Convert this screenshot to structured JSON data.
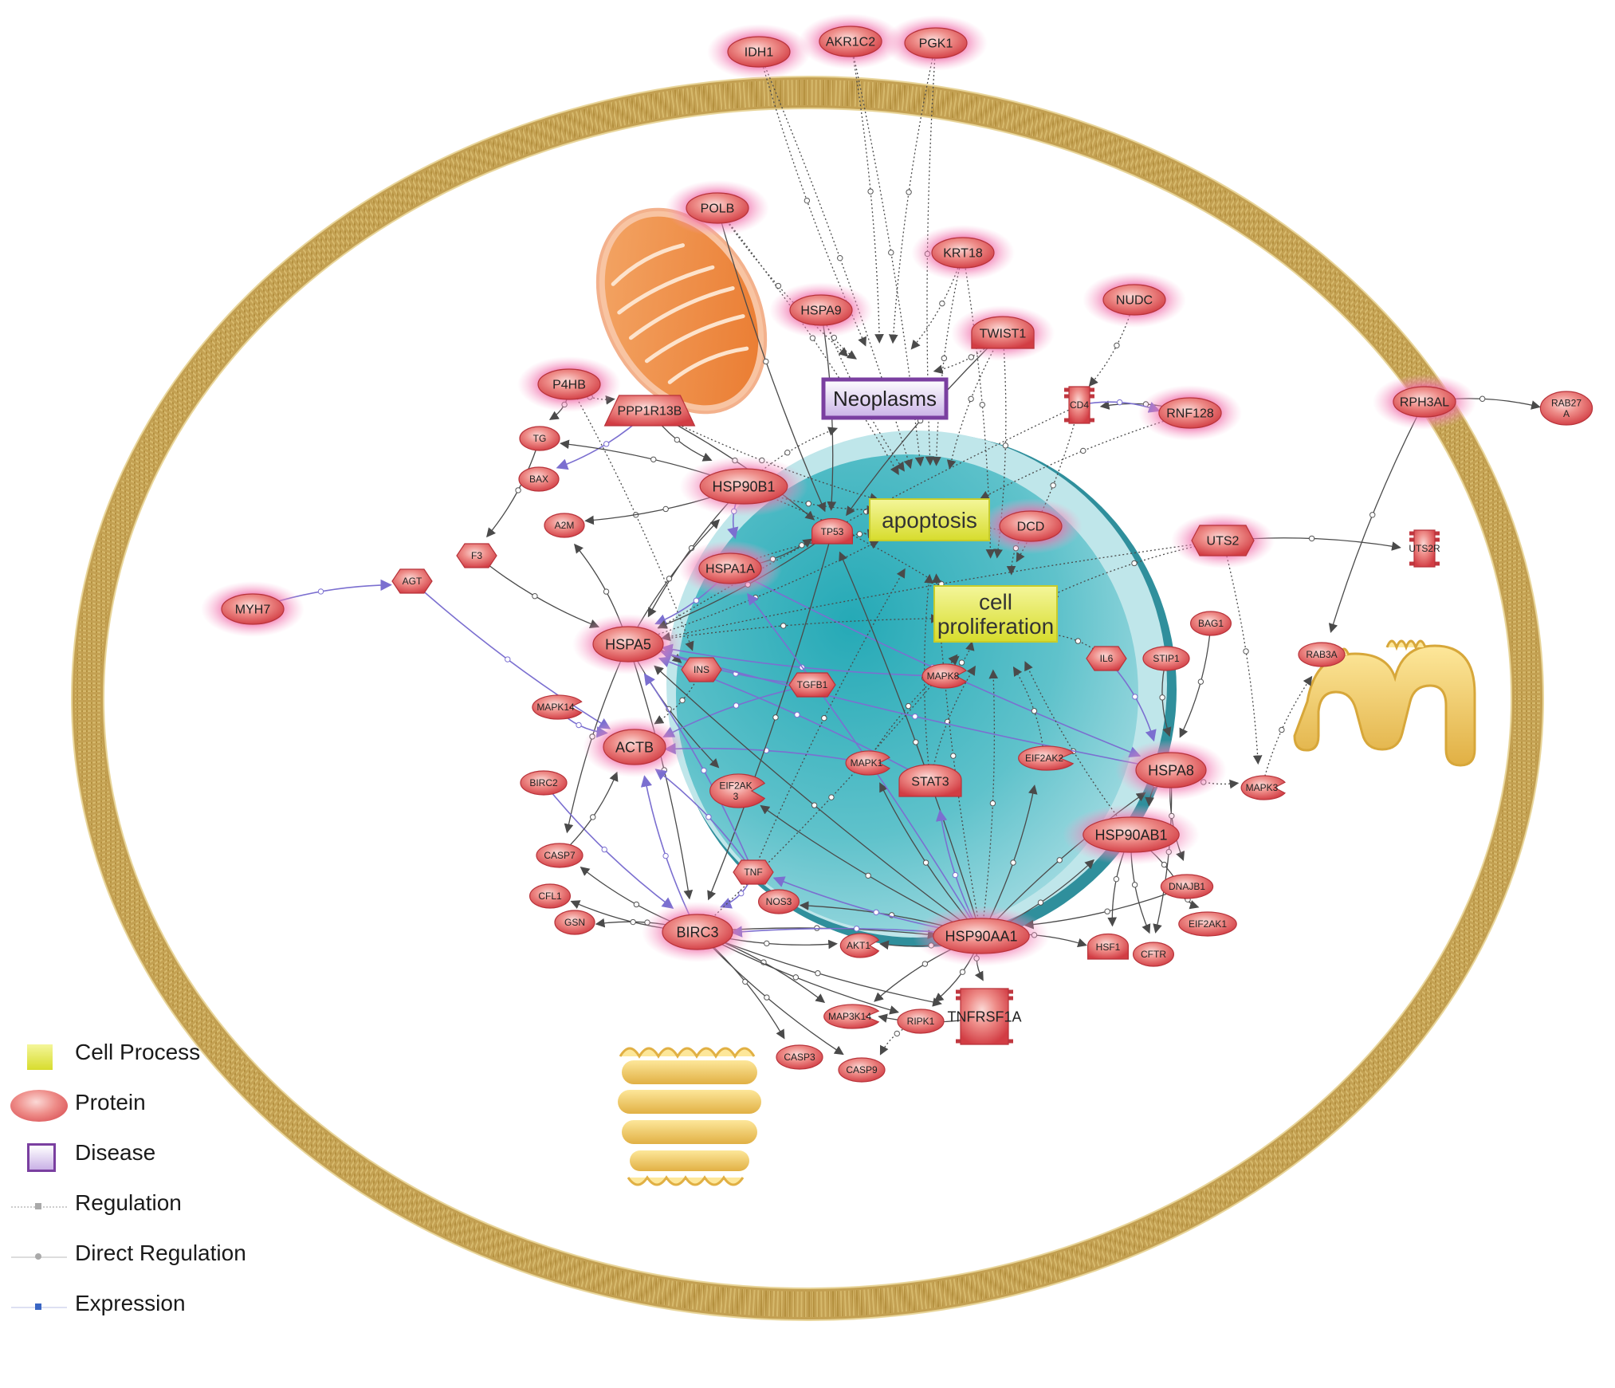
{
  "colors": {
    "membrane": "#c9a85c",
    "protein_fill": "#e04a4e",
    "protein_glow": "#f27fae",
    "process_fill": "#e4ea4a",
    "disease_fill": "#7a3fa0",
    "nucleus": "#3fb0bc",
    "edge_regulation": "#4a4a4a",
    "edge_expression": "#7b6fd0"
  },
  "nodes": [
    {
      "id": "IDH1",
      "label": "IDH1",
      "shape": "ellipse",
      "glow": true,
      "size": "m"
    },
    {
      "id": "AKR1C2",
      "label": "AKR1C2",
      "shape": "ellipse",
      "glow": true,
      "size": "m"
    },
    {
      "id": "PGK1",
      "label": "PGK1",
      "shape": "ellipse",
      "glow": true,
      "size": "m"
    },
    {
      "id": "POLB",
      "label": "POLB",
      "shape": "ellipse",
      "glow": true,
      "size": "m"
    },
    {
      "id": "KRT18",
      "label": "KRT18",
      "shape": "ellipse",
      "glow": true,
      "size": "m"
    },
    {
      "id": "HSPA9",
      "label": "HSPA9",
      "shape": "ellipse",
      "glow": true,
      "size": "m"
    },
    {
      "id": "TWIST1",
      "label": "TWIST1",
      "shape": "receptor",
      "glow": true,
      "size": "m"
    },
    {
      "id": "NUDC",
      "label": "NUDC",
      "shape": "ellipse",
      "glow": true,
      "size": "m"
    },
    {
      "id": "P4HB",
      "label": "P4HB",
      "shape": "ellipse",
      "glow": true,
      "size": "m"
    },
    {
      "id": "PPP1R13B",
      "label": "PPP1R13B",
      "shape": "trapezoid",
      "glow": false,
      "size": "m"
    },
    {
      "id": "CD4",
      "label": "CD4",
      "shape": "receptor_v",
      "glow": false,
      "size": "s"
    },
    {
      "id": "RNF128",
      "label": "RNF128",
      "shape": "ellipse",
      "glow": true,
      "size": "m"
    },
    {
      "id": "RPH3AL",
      "label": "RPH3AL",
      "shape": "ellipse",
      "glow": true,
      "size": "m"
    },
    {
      "id": "RAB27A",
      "label": "RAB27\nA",
      "shape": "ellipse",
      "glow": false,
      "size": "s"
    },
    {
      "id": "TG",
      "label": "TG",
      "shape": "ellipse",
      "glow": false,
      "size": "s"
    },
    {
      "id": "BAX",
      "label": "BAX",
      "shape": "ellipse",
      "glow": false,
      "size": "s"
    },
    {
      "id": "HSP90B1",
      "label": "HSP90B1",
      "shape": "ellipse",
      "glow": true,
      "size": "l"
    },
    {
      "id": "A2M",
      "label": "A2M",
      "shape": "ellipse",
      "glow": false,
      "size": "s"
    },
    {
      "id": "TP53",
      "label": "TP53",
      "shape": "receptor",
      "glow": false,
      "size": "s"
    },
    {
      "id": "DCD",
      "label": "DCD",
      "shape": "ellipse",
      "glow": true,
      "size": "m"
    },
    {
      "id": "UTS2",
      "label": "UTS2",
      "shape": "diamond",
      "glow": true,
      "size": "m"
    },
    {
      "id": "UTS2R",
      "label": "UTS2R",
      "shape": "receptor_v",
      "glow": false,
      "size": "s"
    },
    {
      "id": "F3",
      "label": "F3",
      "shape": "diamond",
      "glow": false,
      "size": "s"
    },
    {
      "id": "AGT",
      "label": "AGT",
      "shape": "diamond",
      "glow": false,
      "size": "s"
    },
    {
      "id": "MYH7",
      "label": "MYH7",
      "shape": "ellipse",
      "glow": true,
      "size": "m"
    },
    {
      "id": "HSPA1A",
      "label": "HSPA1A",
      "shape": "ellipse",
      "glow": true,
      "size": "m"
    },
    {
      "id": "HSPA5",
      "label": "HSPA5",
      "shape": "ellipse",
      "glow": true,
      "size": "l"
    },
    {
      "id": "INS",
      "label": "INS",
      "shape": "diamond",
      "glow": false,
      "size": "s"
    },
    {
      "id": "TGFB1",
      "label": "TGFB1",
      "shape": "diamond",
      "glow": false,
      "size": "s"
    },
    {
      "id": "MAPK8",
      "label": "MAPK8",
      "shape": "pacman",
      "glow": false,
      "size": "s"
    },
    {
      "id": "IL6",
      "label": "IL6",
      "shape": "diamond",
      "glow": false,
      "size": "s"
    },
    {
      "id": "STIP1",
      "label": "STIP1",
      "shape": "ellipse",
      "glow": false,
      "size": "s"
    },
    {
      "id": "BAG1",
      "label": "BAG1",
      "shape": "ellipse",
      "glow": false,
      "size": "s"
    },
    {
      "id": "RAB3A",
      "label": "RAB3A",
      "shape": "ellipse",
      "glow": false,
      "size": "s"
    },
    {
      "id": "MAPK14",
      "label": "MAPK14",
      "shape": "pacman",
      "glow": false,
      "size": "s"
    },
    {
      "id": "ACTB",
      "label": "ACTB",
      "shape": "ellipse",
      "glow": true,
      "size": "l"
    },
    {
      "id": "MAPK1",
      "label": "MAPK1",
      "shape": "pacman",
      "glow": false,
      "size": "s"
    },
    {
      "id": "STAT3",
      "label": "STAT3",
      "shape": "receptor",
      "glow": false,
      "size": "m"
    },
    {
      "id": "EIF2AK2",
      "label": "EIF2AK2",
      "shape": "pacman",
      "glow": false,
      "size": "s"
    },
    {
      "id": "HSPA8",
      "label": "HSPA8",
      "shape": "ellipse",
      "glow": true,
      "size": "l"
    },
    {
      "id": "MAPK3",
      "label": "MAPK3",
      "shape": "pacman",
      "glow": false,
      "size": "s"
    },
    {
      "id": "BIRC2",
      "label": "BIRC2",
      "shape": "ellipse",
      "glow": false,
      "size": "s"
    },
    {
      "id": "EIF2AK3",
      "label": "EIF2AK\n3",
      "shape": "pacman",
      "glow": false,
      "size": "s"
    },
    {
      "id": "HSP90AB1",
      "label": "HSP90AB1",
      "shape": "ellipse",
      "glow": true,
      "size": "l"
    },
    {
      "id": "CASP7",
      "label": "CASP7",
      "shape": "ellipse",
      "glow": false,
      "size": "s"
    },
    {
      "id": "TNF",
      "label": "TNF",
      "shape": "diamond",
      "glow": false,
      "size": "s"
    },
    {
      "id": "CFL1",
      "label": "CFL1",
      "shape": "ellipse",
      "glow": false,
      "size": "s"
    },
    {
      "id": "NOS3",
      "label": "NOS3",
      "shape": "ellipse",
      "glow": false,
      "size": "s"
    },
    {
      "id": "DNAJB1",
      "label": "DNAJB1",
      "shape": "ellipse",
      "glow": false,
      "size": "s"
    },
    {
      "id": "GSN",
      "label": "GSN",
      "shape": "ellipse",
      "glow": false,
      "size": "s"
    },
    {
      "id": "BIRC3",
      "label": "BIRC3",
      "shape": "ellipse",
      "glow": true,
      "size": "l"
    },
    {
      "id": "AKT1",
      "label": "AKT1",
      "shape": "pacman",
      "glow": false,
      "size": "s"
    },
    {
      "id": "HSP90AA1",
      "label": "HSP90AA1",
      "shape": "ellipse",
      "glow": true,
      "size": "l"
    },
    {
      "id": "HSF1",
      "label": "HSF1",
      "shape": "receptor",
      "glow": false,
      "size": "s"
    },
    {
      "id": "CFTR",
      "label": "CFTR",
      "shape": "ellipse",
      "glow": false,
      "size": "s"
    },
    {
      "id": "EIF2AK1",
      "label": "EIF2AK1",
      "shape": "ellipse",
      "glow": false,
      "size": "s"
    },
    {
      "id": "TNFRSF1A",
      "label": "TNFRSF1A",
      "shape": "receptor_v",
      "glow": false,
      "size": "l"
    },
    {
      "id": "MAP3K14",
      "label": "MAP3K14",
      "shape": "pacman",
      "glow": false,
      "size": "s"
    },
    {
      "id": "RIPK1",
      "label": "RIPK1",
      "shape": "ellipse",
      "glow": false,
      "size": "s"
    },
    {
      "id": "CASP3",
      "label": "CASP3",
      "shape": "ellipse",
      "glow": false,
      "size": "s"
    },
    {
      "id": "CASP9",
      "label": "CASP9",
      "shape": "ellipse",
      "glow": false,
      "size": "s"
    },
    {
      "id": "Neoplasms",
      "label": "Neoplasms",
      "shape": "disease",
      "glow": false,
      "size": "l"
    },
    {
      "id": "apoptosis",
      "label": "apoptosis",
      "shape": "process",
      "glow": false,
      "size": "l"
    },
    {
      "id": "cellprolif",
      "label": "cell\nproliferation",
      "shape": "process",
      "glow": false,
      "size": "l"
    }
  ],
  "edges": [
    [
      "IDH1",
      "Neoplasms",
      "reg"
    ],
    [
      "AKR1C2",
      "Neoplasms",
      "reg"
    ],
    [
      "PGK1",
      "Neoplasms",
      "reg"
    ],
    [
      "AKR1C2",
      "apoptosis",
      "reg"
    ],
    [
      "PGK1",
      "apoptosis",
      "reg"
    ],
    [
      "IDH1",
      "apoptosis",
      "reg"
    ],
    [
      "POLB",
      "Neoplasms",
      "reg"
    ],
    [
      "POLB",
      "apoptosis",
      "reg"
    ],
    [
      "POLB",
      "TP53",
      "direct"
    ],
    [
      "KRT18",
      "Neoplasms",
      "reg"
    ],
    [
      "KRT18",
      "apoptosis",
      "reg"
    ],
    [
      "KRT18",
      "cellprolif",
      "reg"
    ],
    [
      "HSPA9",
      "Neoplasms",
      "reg"
    ],
    [
      "HSPA9",
      "TP53",
      "direct"
    ],
    [
      "HSPA9",
      "apoptosis",
      "reg"
    ],
    [
      "TWIST1",
      "Neoplasms",
      "reg"
    ],
    [
      "TWIST1",
      "apoptosis",
      "reg"
    ],
    [
      "TWIST1",
      "cellprolif",
      "reg"
    ],
    [
      "TWIST1",
      "TP53",
      "direct"
    ],
    [
      "NUDC",
      "CD4",
      "reg"
    ],
    [
      "RNF128",
      "CD4",
      "direct"
    ],
    [
      "CD4",
      "RNF128",
      "expr"
    ],
    [
      "RNF128",
      "apoptosis",
      "reg"
    ],
    [
      "CD4",
      "cellprolif",
      "reg"
    ],
    [
      "CD4",
      "HSPA5",
      "reg"
    ],
    [
      "P4HB",
      "TG",
      "direct"
    ],
    [
      "P4HB",
      "PPP1R13B",
      "reg"
    ],
    [
      "P4HB",
      "INS",
      "reg"
    ],
    [
      "PPP1R13B",
      "HSP90B1",
      "direct"
    ],
    [
      "PPP1R13B",
      "BAX",
      "expr"
    ],
    [
      "PPP1R13B",
      "apoptosis",
      "reg"
    ],
    [
      "PPP1R13B",
      "TP53",
      "direct"
    ],
    [
      "HSP90B1",
      "TG",
      "direct"
    ],
    [
      "HSP90B1",
      "A2M",
      "direct"
    ],
    [
      "HSP90B1",
      "HSPA5",
      "direct"
    ],
    [
      "HSP90B1",
      "Neoplasms",
      "reg"
    ],
    [
      "HSP90B1",
      "apoptosis",
      "reg"
    ],
    [
      "HSP90B1",
      "cellprolif",
      "reg"
    ],
    [
      "HSP90B1",
      "HSPA1A",
      "expr"
    ],
    [
      "TG",
      "F3",
      "direct"
    ],
    [
      "F3",
      "HSPA5",
      "direct"
    ],
    [
      "MYH7",
      "AGT",
      "expr"
    ],
    [
      "AGT",
      "ACTB",
      "expr"
    ],
    [
      "HSPA1A",
      "HSPA5",
      "expr"
    ],
    [
      "HSPA1A",
      "TP53",
      "direct"
    ],
    [
      "HSPA1A",
      "apoptosis",
      "reg"
    ],
    [
      "HSPA1A",
      "HSPA8",
      "expr"
    ],
    [
      "HSPA5",
      "INS",
      "direct"
    ],
    [
      "HSPA5",
      "A2M",
      "direct"
    ],
    [
      "HSPA5",
      "HSP90B1",
      "direct"
    ],
    [
      "HSPA5",
      "apoptosis",
      "reg"
    ],
    [
      "HSPA5",
      "cellprolif",
      "reg"
    ],
    [
      "HSPA5",
      "EIF2AK3",
      "direct"
    ],
    [
      "HSPA5",
      "BIRC3",
      "direct"
    ],
    [
      "HSPA5",
      "CASP7",
      "direct"
    ],
    [
      "INS",
      "ACTB",
      "reg"
    ],
    [
      "TGFB1",
      "ACTB",
      "expr"
    ],
    [
      "TGFB1",
      "HSPA5",
      "expr"
    ],
    [
      "MAPK14",
      "ACTB",
      "expr"
    ],
    [
      "MAPK8",
      "HSPA5",
      "expr"
    ],
    [
      "MAPK8",
      "cellprolif",
      "reg"
    ],
    [
      "MAPK1",
      "cellprolif",
      "reg"
    ],
    [
      "MAPK1",
      "ACTB",
      "expr"
    ],
    [
      "STAT3",
      "cellprolif",
      "reg"
    ],
    [
      "STAT3",
      "HSPA5",
      "expr"
    ],
    [
      "STAT3",
      "apoptosis",
      "reg"
    ],
    [
      "IL6",
      "cellprolif",
      "reg"
    ],
    [
      "IL6",
      "HSPA8",
      "expr"
    ],
    [
      "EIF2AK2",
      "cellprolif",
      "reg"
    ],
    [
      "UTS2",
      "UTS2R",
      "direct"
    ],
    [
      "UTS2",
      "cellprolif",
      "reg"
    ],
    [
      "UTS2",
      "MAPK3",
      "reg"
    ],
    [
      "UTS2",
      "HSPA5",
      "reg"
    ],
    [
      "RPH3AL",
      "RAB27A",
      "direct"
    ],
    [
      "RPH3AL",
      "RAB3A",
      "direct"
    ],
    [
      "MAPK3",
      "RAB3A",
      "reg"
    ],
    [
      "HSPA8",
      "MAPK3",
      "reg"
    ],
    [
      "DCD",
      "apoptosis",
      "reg"
    ],
    [
      "DCD",
      "cellprolif",
      "reg"
    ],
    [
      "TP53",
      "BIRC3",
      "direct"
    ],
    [
      "TP53",
      "apoptosis",
      "reg"
    ],
    [
      "TP53",
      "HSPA5",
      "direct"
    ],
    [
      "BIRC2",
      "BIRC3",
      "expr"
    ],
    [
      "TNF",
      "BIRC3",
      "expr"
    ],
    [
      "TNF",
      "HSPA5",
      "expr"
    ],
    [
      "TNF",
      "apoptosis",
      "reg"
    ],
    [
      "TNF",
      "ACTB",
      "expr"
    ],
    [
      "BIRC3",
      "CASP7",
      "direct"
    ],
    [
      "BIRC3",
      "GSN",
      "direct"
    ],
    [
      "BIRC3",
      "CFL1",
      "direct"
    ],
    [
      "BIRC3",
      "AKT1",
      "direct"
    ],
    [
      "BIRC3",
      "MAP3K14",
      "direct"
    ],
    [
      "BIRC3",
      "RIPK1",
      "direct"
    ],
    [
      "BIRC3",
      "CASP3",
      "direct"
    ],
    [
      "BIRC3",
      "CASP9",
      "direct"
    ],
    [
      "BIRC3",
      "HSP90AA1",
      "direct"
    ],
    [
      "BIRC3",
      "TNFRSF1A",
      "direct"
    ],
    [
      "BIRC3",
      "ACTB",
      "expr"
    ],
    [
      "BIRC3",
      "cellprolif",
      "reg"
    ],
    [
      "HSP90AA1",
      "AKT1",
      "direct"
    ],
    [
      "HSP90AA1",
      "NOS3",
      "direct"
    ],
    [
      "HSP90AA1",
      "HSF1",
      "direct"
    ],
    [
      "HSP90AA1",
      "TNFRSF1A",
      "direct"
    ],
    [
      "HSP90AA1",
      "RIPK1",
      "direct"
    ],
    [
      "HSP90AA1",
      "MAP3K14",
      "direct"
    ],
    [
      "HSP90AA1",
      "EIF2AK3",
      "direct"
    ],
    [
      "HSP90AA1",
      "BIRC3",
      "expr"
    ],
    [
      "HSP90AA1",
      "HSPA5",
      "direct"
    ],
    [
      "HSP90AA1",
      "TP53",
      "direct"
    ],
    [
      "HSP90AA1",
      "apoptosis",
      "reg"
    ],
    [
      "HSP90AA1",
      "cellprolif",
      "reg"
    ],
    [
      "HSP90AA1",
      "STAT3",
      "expr"
    ],
    [
      "HSP90AA1",
      "EIF2AK2",
      "direct"
    ],
    [
      "HSP90AA1",
      "HSPA8",
      "direct"
    ],
    [
      "HSP90AA1",
      "HSP90AB1",
      "direct"
    ],
    [
      "HSP90AA1",
      "MAPK1",
      "direct"
    ],
    [
      "HSP90AA1",
      "HSPA1A",
      "expr"
    ],
    [
      "HSP90AA1",
      "TNF",
      "expr"
    ],
    [
      "HSP90AB1",
      "HSF1",
      "direct"
    ],
    [
      "HSP90AB1",
      "EIF2AK1",
      "direct"
    ],
    [
      "HSP90AB1",
      "CFTR",
      "direct"
    ],
    [
      "HSP90AB1",
      "cellprolif",
      "reg"
    ],
    [
      "HSPA8",
      "HSP90AB1",
      "direct"
    ],
    [
      "HSPA8",
      "CFTR",
      "direct"
    ],
    [
      "HSPA8",
      "DNAJB1",
      "direct"
    ],
    [
      "HSPA8",
      "HSPA5",
      "expr"
    ],
    [
      "STIP1",
      "HSPA8",
      "direct"
    ],
    [
      "BAG1",
      "HSPA8",
      "direct"
    ],
    [
      "DNAJB1",
      "EIF2AK1",
      "direct"
    ],
    [
      "DNAJB1",
      "HSP90AA1",
      "direct"
    ],
    [
      "RIPK1",
      "CASP9",
      "reg"
    ],
    [
      "TNFRSF1A",
      "MAP3K14",
      "direct"
    ],
    [
      "CASP7",
      "ACTB",
      "direct"
    ]
  ],
  "legend": [
    {
      "key": "cell-process",
      "label": "Cell Process"
    },
    {
      "key": "protein",
      "label": "Protein"
    },
    {
      "key": "disease",
      "label": "Disease"
    },
    {
      "key": "regulation",
      "label": "Regulation"
    },
    {
      "key": "direct-regulation",
      "label": "Direct Regulation"
    },
    {
      "key": "expression",
      "label": "Expression"
    }
  ]
}
